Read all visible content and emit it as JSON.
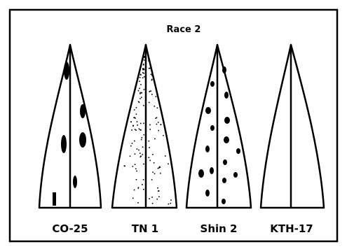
{
  "figure": {
    "title": "Race 2",
    "leaves": [
      {
        "id": "co-25",
        "label": "CO-25",
        "symptom": "large elongated lesions"
      },
      {
        "id": "tn-1",
        "label": "TN 1",
        "symptom": "fine scattered specks"
      },
      {
        "id": "shin-2",
        "label": "Shin 2",
        "symptom": "small round lesions"
      },
      {
        "id": "kth-17",
        "label": "KTH-17",
        "symptom": "no lesions"
      }
    ]
  }
}
